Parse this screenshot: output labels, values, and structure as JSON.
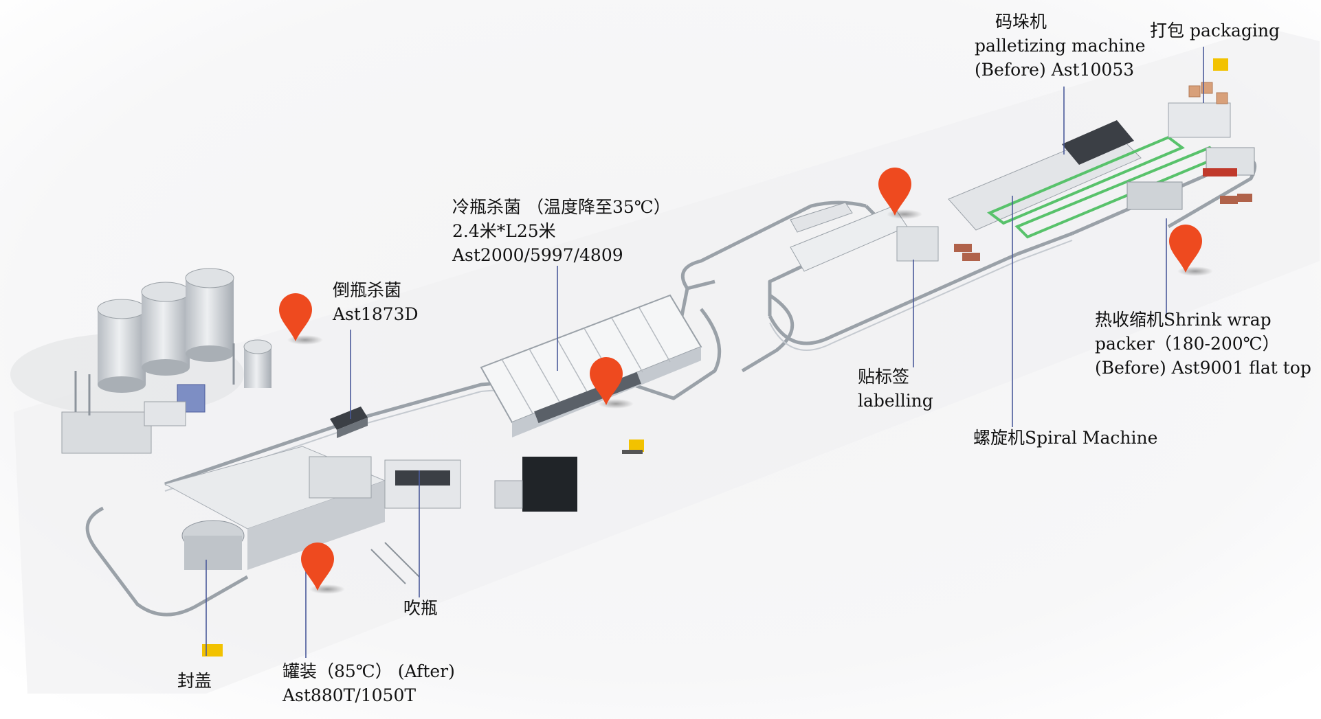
{
  "colors": {
    "pin": "#ee4a1f",
    "leader": "#4a5a9a",
    "steel": "#c9cdd3",
    "steel_dark": "#8d949c",
    "floor": "#eeeeef",
    "conveyor": "#9aa1a8",
    "accent_green": "#58c26b",
    "accent_red": "#c0392b"
  },
  "labels": {
    "palletizing": {
      "line1": "码垛机",
      "line2": "palletizing machine",
      "line3": "(Before) Ast10053"
    },
    "packaging": {
      "line1": "打包  packaging"
    },
    "cold_sterilization": {
      "line1": "冷瓶杀菌  （温度降至35℃）",
      "line2": "2.4米*L25米",
      "line3": "Ast2000/5997/4809"
    },
    "inverted_sterilization": {
      "line1": "倒瓶杀菌",
      "line2": "Ast1873D"
    },
    "shrink_wrap": {
      "line1": "热收缩机Shrink wrap",
      "line2": "packer（180-200℃）",
      "line3": "(Before) Ast9001 flat top"
    },
    "labelling": {
      "line1": "贴标签",
      "line2": "labelling"
    },
    "spiral": {
      "line1": "螺旋机Spiral Machine"
    },
    "blow_molding": {
      "line1": "吹瓶"
    },
    "filling": {
      "line1": "罐装（85℃）  (After)",
      "line2": "Ast880T/1050T"
    },
    "capping": {
      "line1": "封盖"
    }
  },
  "markers": [
    {
      "name": "inverted-sterilization-pin-icon"
    },
    {
      "name": "cold-sterilization-pin-icon"
    },
    {
      "name": "filling-pin-icon"
    },
    {
      "name": "labelling-area-pin-icon"
    },
    {
      "name": "shrink-wrap-pin-icon"
    }
  ]
}
